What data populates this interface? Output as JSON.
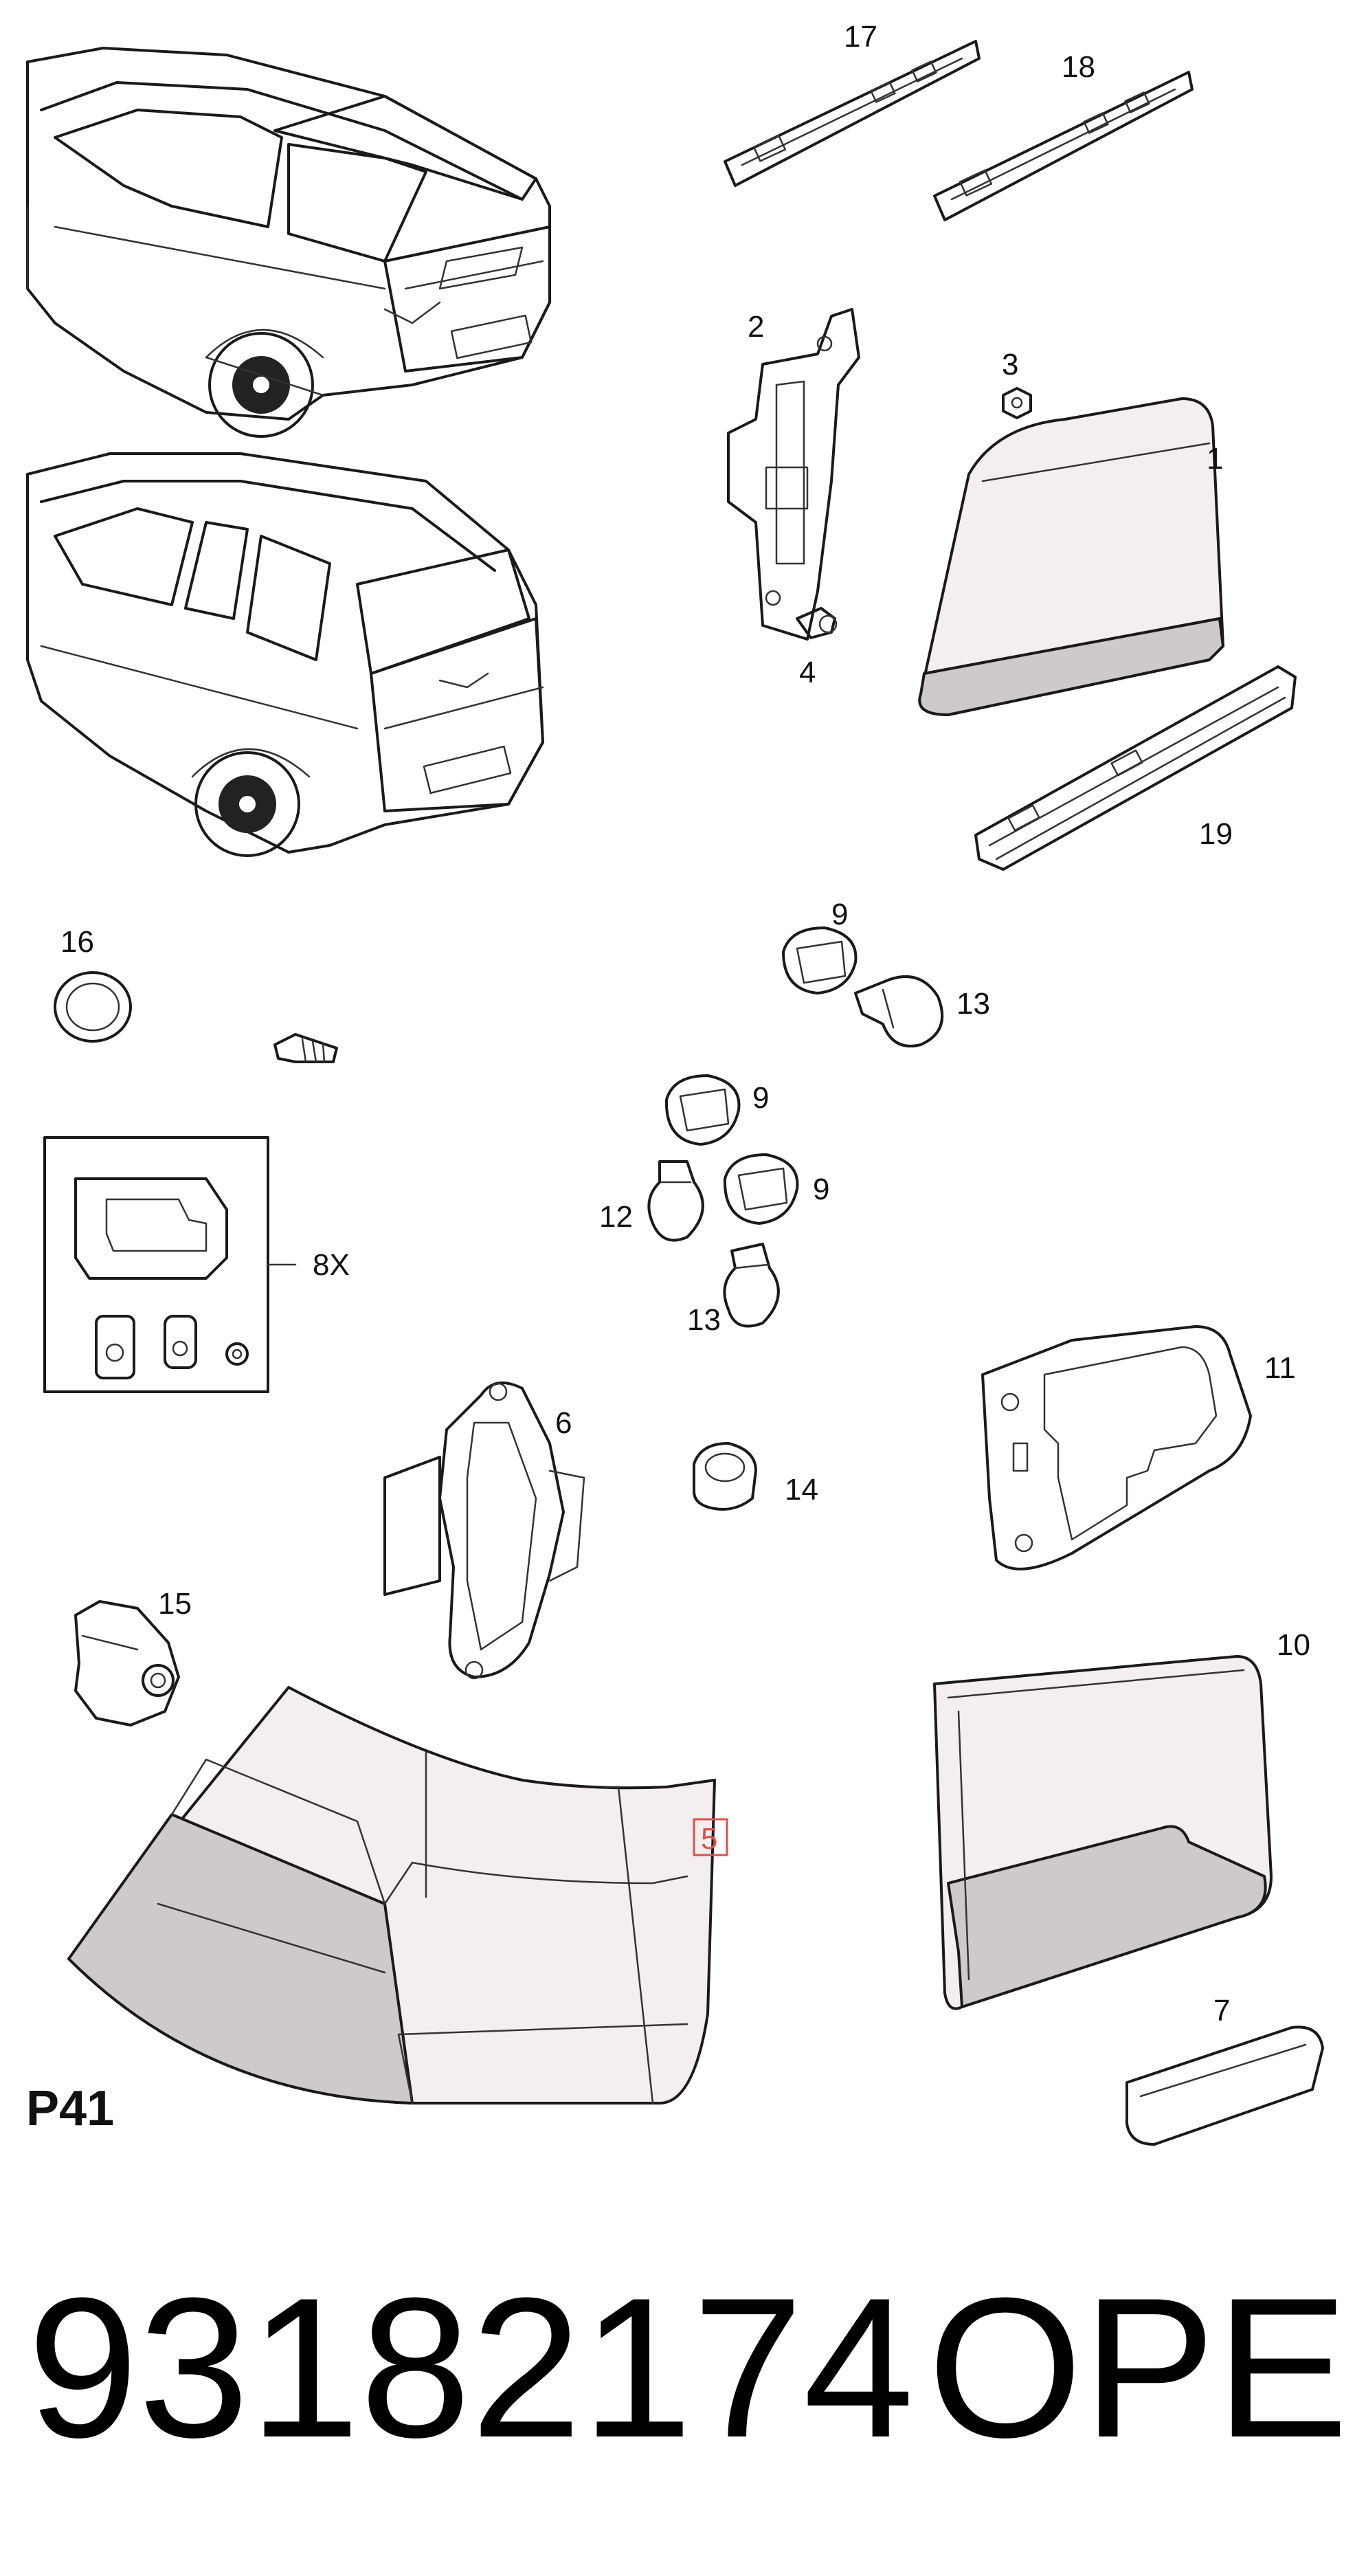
{
  "diagram": {
    "callouts": {
      "c1": "1",
      "c2": "2",
      "c3": "3",
      "c4": "4",
      "c5": "5",
      "c6": "6",
      "c7": "7",
      "c8x": "8X",
      "c9a": "9",
      "c9b": "9",
      "c9c": "9",
      "c10": "10",
      "c11": "11",
      "c12": "12",
      "c13a": "13",
      "c13b": "13",
      "c14": "14",
      "c15": "15",
      "c16": "16",
      "c17": "17",
      "c18": "18",
      "c19": "19"
    },
    "page_code": "P41",
    "highlight_color": "#d9534f"
  },
  "footer": {
    "part_number": "93182174",
    "brand": "OPEL"
  }
}
